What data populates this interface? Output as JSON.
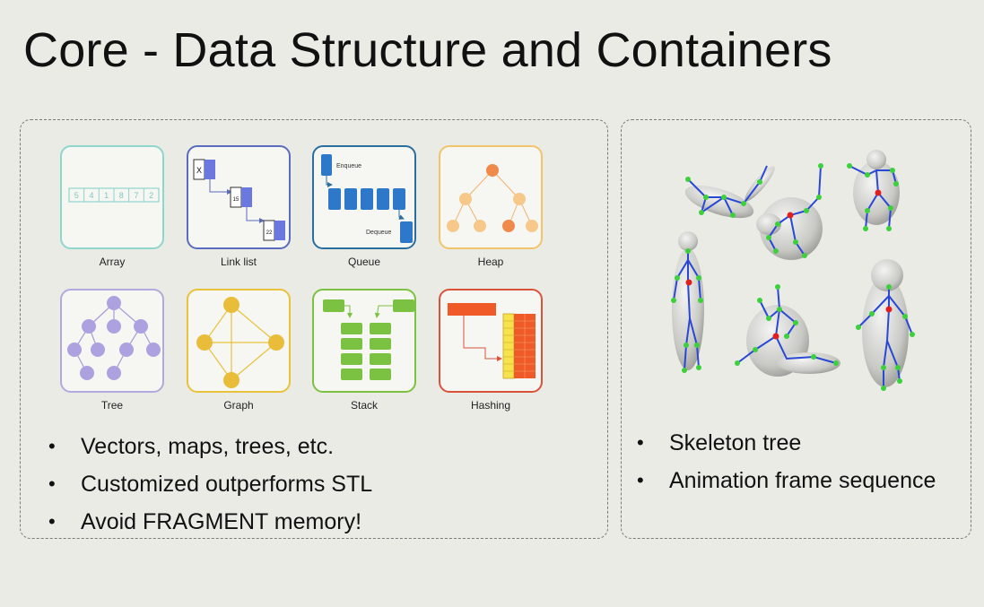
{
  "title": "Core - Data Structure and Containers",
  "tiles": [
    {
      "label": "Array",
      "color": "#7fd0c4"
    },
    {
      "label": "Link list",
      "color": "#5b6bbd"
    },
    {
      "label": "Queue",
      "color": "#2a6e9e"
    },
    {
      "label": "Heap",
      "color": "#f0c56a"
    },
    {
      "label": "Tree",
      "color": "#b3a9dc"
    },
    {
      "label": "Graph",
      "color": "#e8c23a"
    },
    {
      "label": "Stack",
      "color": "#7cc242"
    },
    {
      "label": "Hashing",
      "color": "#d9533b"
    }
  ],
  "array_values": [
    "5",
    "4",
    "1",
    "8",
    "7",
    "2"
  ],
  "linklist_values": [
    "X",
    "15",
    "22"
  ],
  "queue_labels": {
    "enqueue": "Enqueue",
    "dequeue": "Dequeue"
  },
  "left_bullets": [
    "Vectors, maps, trees, etc.",
    "Customized outperforms STL",
    "Avoid FRAGMENT memory!"
  ],
  "right_bullets": [
    "Skeleton tree",
    "Animation frame sequence"
  ]
}
